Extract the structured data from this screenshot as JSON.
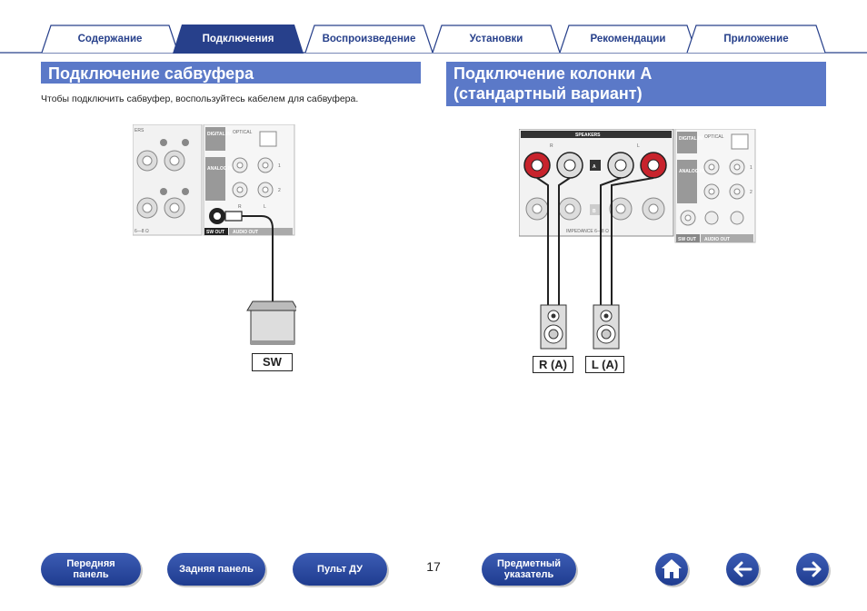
{
  "tabs": [
    {
      "label": "Содержание",
      "active": false
    },
    {
      "label": "Подключения",
      "active": true
    },
    {
      "label": "Воспроизведение",
      "active": false
    },
    {
      "label": "Установки",
      "active": false
    },
    {
      "label": "Рекомендации",
      "active": false
    },
    {
      "label": "Приложение",
      "active": false
    }
  ],
  "left_section": {
    "title": "Подключение сабвуфера",
    "text": "Чтобы подключить сабвуфер, воспользуйтесь кабелем для сабвуфера.",
    "panel": {
      "header": "ERS",
      "digital_in": "DIGITAL IN",
      "optical": "OPTICAL",
      "analog_in": "ANALOG IN",
      "ch1": "1",
      "ch2": "2",
      "r": "R",
      "l": "L",
      "sw_out": "SW OUT",
      "audio_out": "AUDIO OUT",
      "impedance": "6—8 Ω"
    },
    "device_label": "SW"
  },
  "right_section": {
    "title_line1": "Подключение колонки A",
    "title_line2": "(стандартный вариант)",
    "panel": {
      "header": "SPEAKERS",
      "r": "R",
      "l": "L",
      "a": "A",
      "b": "B",
      "impedance": "IMPEDANCE 6—8 Ω",
      "digital_in": "DIGITAL IN",
      "optical": "OPTICAL",
      "analog_in": "ANALOG IN",
      "ch1": "1",
      "ch2": "2",
      "sw_out": "SW OUT",
      "audio_out": "AUDIO OUT"
    },
    "speaker_r_label": "R (A)",
    "speaker_l_label": "L (A)"
  },
  "page_number": "17",
  "bottom_nav": {
    "front_panel": "Передняя панель",
    "rear_panel": "Задняя панель",
    "remote": "Пульт ДУ",
    "index": "Предметный указатель"
  },
  "colors": {
    "accent": "#5b79c8",
    "nav_blue": "#27408b",
    "terminal_red": "#c8232c"
  }
}
